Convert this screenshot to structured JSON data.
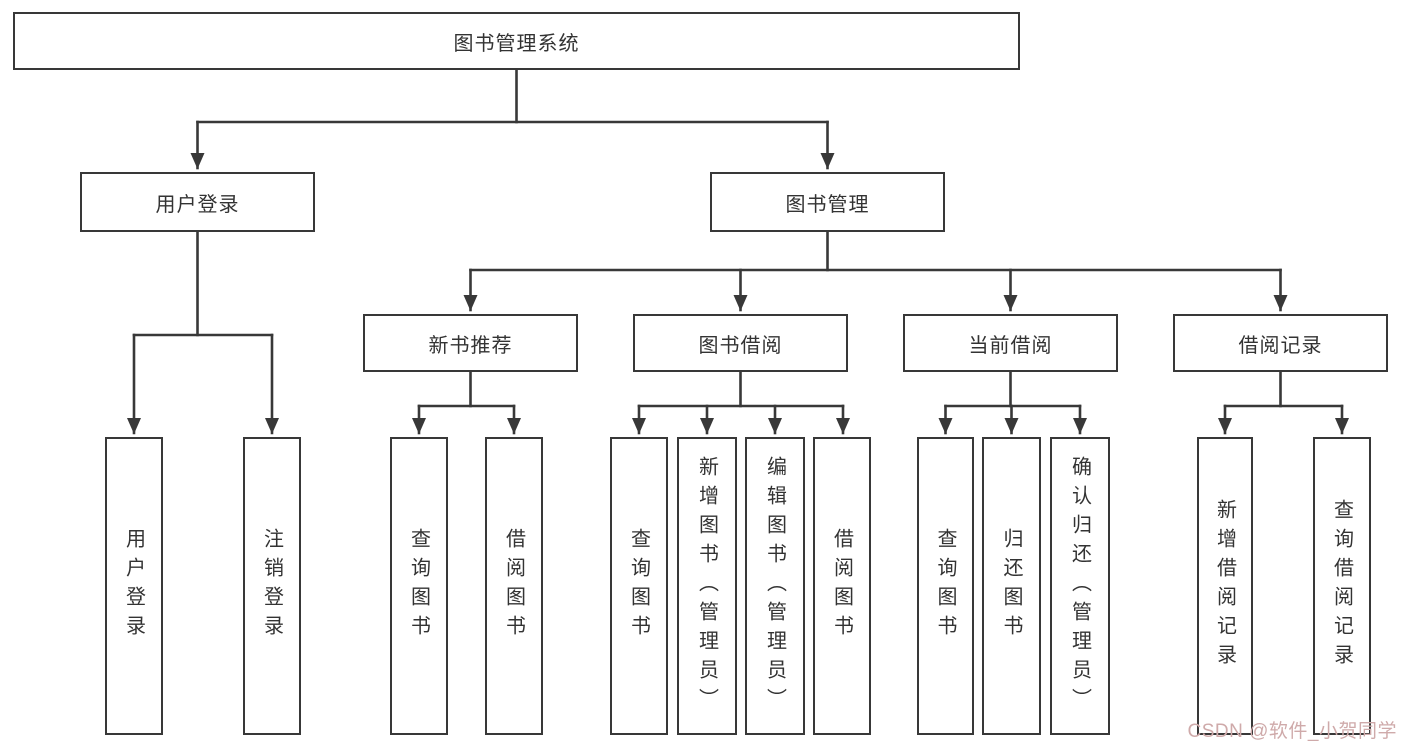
{
  "diagram_title": "图书管理系统",
  "colors": {
    "line": "#383838",
    "box_border": "#383838",
    "text": "#333333",
    "background": "#ffffff",
    "watermark": "#cfaaaa"
  },
  "nodes": {
    "root": {
      "label": "图书管理系统"
    },
    "user_login": {
      "label": "用户登录"
    },
    "book_management": {
      "label": "图书管理"
    },
    "new_book_recommend": {
      "label": "新书推荐"
    },
    "book_borrow": {
      "label": "图书借阅"
    },
    "current_borrow": {
      "label": "当前借阅"
    },
    "borrow_record": {
      "label": "借阅记录"
    },
    "leaf_user_login": {
      "label": "用户登录"
    },
    "leaf_logout": {
      "label": "注销登录"
    },
    "leaf_nb_query": {
      "label": "查询图书"
    },
    "leaf_nb_borrow": {
      "label": "借阅图书"
    },
    "leaf_bb_query": {
      "label": "查询图书"
    },
    "leaf_bb_add": {
      "label": "新增图书（管理员）"
    },
    "leaf_bb_edit": {
      "label": "编辑图书（管理员）"
    },
    "leaf_bb_borrow": {
      "label": "借阅图书"
    },
    "leaf_cb_query": {
      "label": "查询图书"
    },
    "leaf_cb_return": {
      "label": "归还图书"
    },
    "leaf_cb_confirm": {
      "label": "确认归还（管理员）"
    },
    "leaf_br_add": {
      "label": "新增借阅记录"
    },
    "leaf_br_query": {
      "label": "查询借阅记录"
    }
  },
  "hierarchy": {
    "图书管理系统": {
      "用户登录": [
        "用户登录",
        "注销登录"
      ],
      "图书管理": {
        "新书推荐": [
          "查询图书",
          "借阅图书"
        ],
        "图书借阅": [
          "查询图书",
          "新增图书（管理员）",
          "编辑图书（管理员）",
          "借阅图书"
        ],
        "当前借阅": [
          "查询图书",
          "归还图书",
          "确认归还（管理员）"
        ],
        "借阅记录": [
          "新增借阅记录",
          "查询借阅记录"
        ]
      }
    }
  },
  "watermark": "CSDN @软件_小贺同学"
}
